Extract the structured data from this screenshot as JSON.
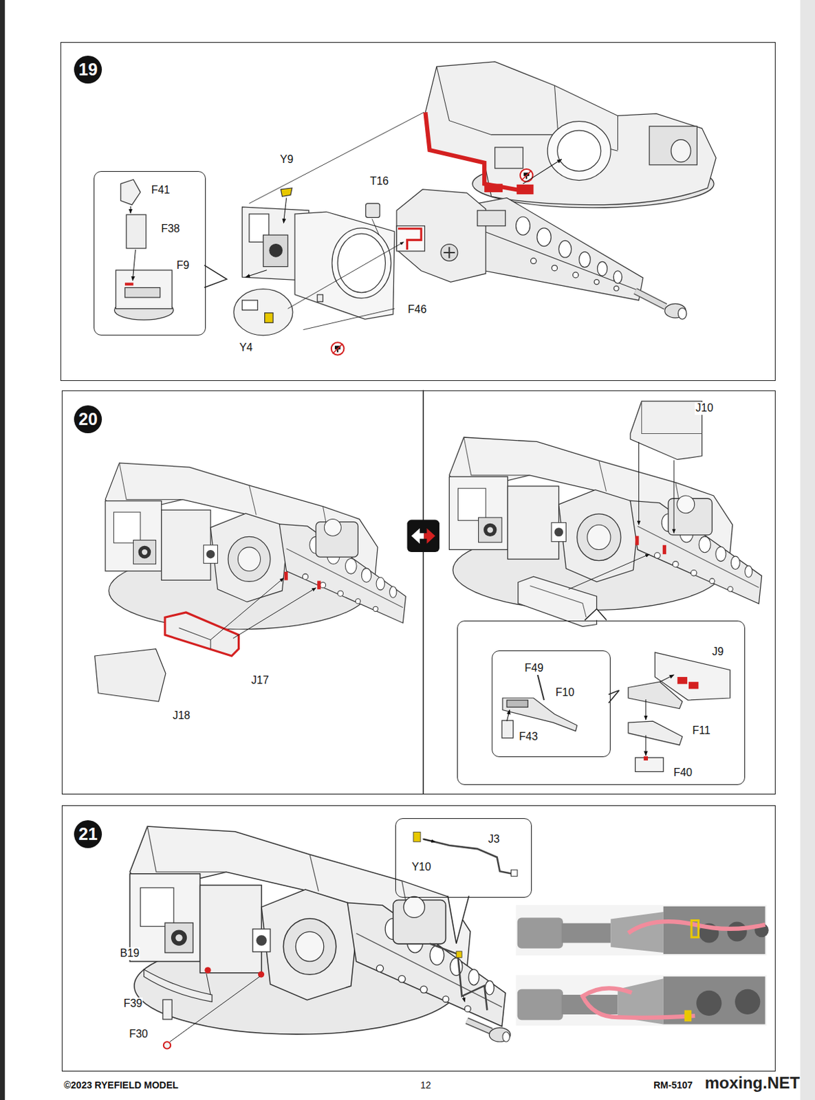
{
  "diagram": {
    "nodes": [
      {
        "text": [
          "19"
        ]
      },
      {
        "text": [
          "F41",
          "F38",
          "F9"
        ],
        "in": 0
      },
      {
        "text": [
          "20"
        ]
      },
      {
        "text": [
          "J9",
          "F11",
          "F40"
        ],
        "in": 2
      },
      {
        "text": [
          "F49",
          "F10",
          "F43"
        ],
        "in": 3
      },
      {
        "text": [
          "21"
        ]
      },
      {
        "text": [
          "Y10",
          "J3"
        ],
        "in": 5
      }
    ],
    "labels": [
      "Y9",
      "T16",
      "F46",
      "Y4",
      "J17",
      "J18",
      "J10",
      "B19",
      "F39",
      "F30",
      "©2023 RYEFIELD MODEL",
      "12",
      "RM-5107",
      "moxing.NET"
    ]
  }
}
